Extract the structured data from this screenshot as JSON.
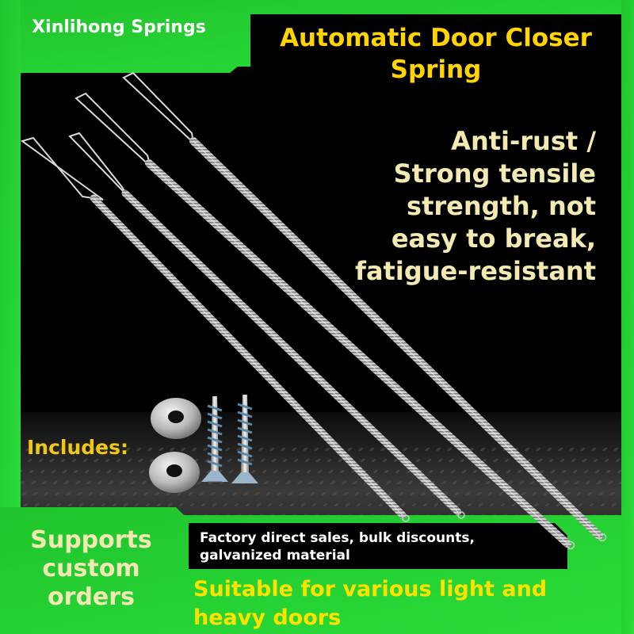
{
  "brand": {
    "name": "Xinlihong Springs"
  },
  "header": {
    "title_line1": "Automatic Door Closer",
    "title_line2": "Spring"
  },
  "features": {
    "line1": "Anti-rust /",
    "line2": "Strong tensile",
    "line3": "strength, not",
    "line4": "easy to break,",
    "line5": "fatigue-resistant"
  },
  "includes": {
    "label": "Includes:"
  },
  "footer": {
    "custom_line1": "Supports",
    "custom_line2": "custom",
    "custom_line3": "orders",
    "notes_line1": "Factory direct sales, bulk discounts,",
    "notes_line2": "galvanized material",
    "suitable_line1": "Suitable for various light and",
    "suitable_line2": "heavy doors"
  },
  "colors": {
    "frame_green": "#22cc33",
    "title_yellow": "#ffd400",
    "feature_cream": "#f2eab0",
    "includes_gold": "#f0c814",
    "suitable_yellow": "#ffe100",
    "background": "#000000"
  }
}
